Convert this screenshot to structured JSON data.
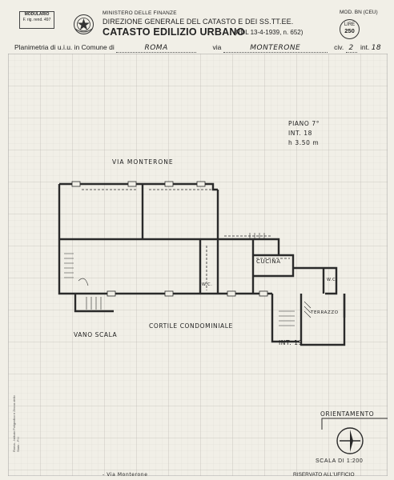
{
  "header": {
    "modulario": [
      "MODULARIO",
      "F. rig. rend. 497"
    ],
    "ministry": "MINISTERO DELLE FINANZE",
    "direzione": "DIREZIONE GENERALE DEL CATASTO E DEI SS.TT.EE.",
    "catasto": "CATASTO EDILIZIO URBANO",
    "rdl": "(RDL 13-4-1939, n. 652)",
    "mod": "MOD. BN (CEU)",
    "lire_label": "LIRE",
    "lire_value": "250"
  },
  "planline": {
    "prefix": "Planimetria di u.i.u. in Comune di",
    "comune": "ROMA",
    "via_label": "via",
    "via": "MONTERONE",
    "civ_label": "civ.",
    "civ": "2",
    "int_label": "int.",
    "int": "18"
  },
  "info": {
    "piano": "PIANO   7°",
    "int": "INT.     18",
    "h": "h      3.50 m"
  },
  "labels": {
    "via_monterone": "VIA MONTERONE",
    "cucina": "CUCINA",
    "wc1": "W.C.",
    "wc2": "W.C.",
    "terrazzo": "TERRAZZO",
    "vano_scala": "VANO SCALA",
    "cortile": "CORTILE   CONDOMINIALE",
    "int19": "INT. 19",
    "orientamento": "ORIENTAMENTO",
    "scala": "SCALA DI 1:200"
  },
  "footer": {
    "riservato": "RISERVATO ALL'UFFICIO",
    "bottom_hand": "- Via Monterone"
  },
  "sidebar": "Roma - Istituto Poligrafico e Zecca dello Stato - P.V.",
  "colors": {
    "paper": "#f1efe7",
    "grid_major": "#c9c7c0",
    "grid_minor": "#e1dfd8",
    "ink": "#2a2a2a"
  }
}
